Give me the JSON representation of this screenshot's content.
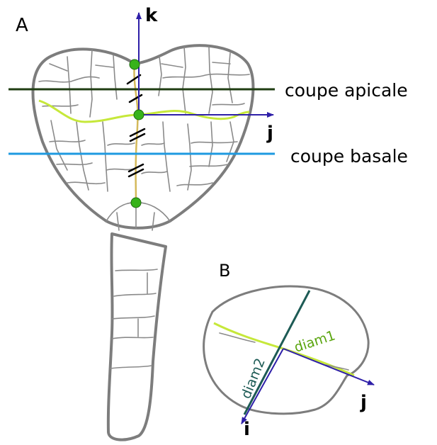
{
  "panel_a": {
    "label": "A",
    "axis_k": "k",
    "axis_j": "j",
    "apical_cut": "coupe apicale",
    "basal_cut": "coupe basale"
  },
  "panel_b": {
    "label": "B",
    "diam1": "diam1",
    "diam2": "diam2",
    "axis_i": "i",
    "axis_j": "j"
  },
  "colors": {
    "apical_line": "#1f3d12",
    "basal_line": "#1e9ae0",
    "axis": "#2e1fa8",
    "midline": "#d4b95a",
    "marker": "#37b31a",
    "diam1": "#c6e83a",
    "diam2": "#1d5b55",
    "outline": "#7d7d7d",
    "cell_wall": "#8a8a8a"
  },
  "icons": [
    "green-dot-marker",
    "double-slash-break",
    "arrowhead"
  ]
}
